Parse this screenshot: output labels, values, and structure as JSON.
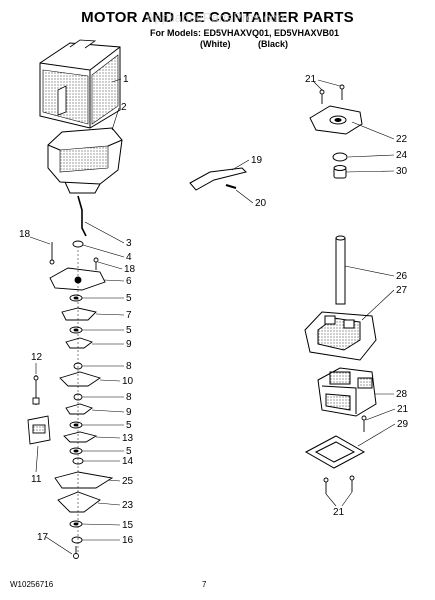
{
  "header": {
    "title": "MOTOR AND ICE CONTAINER PARTS",
    "models_line": "For Models: ED5VHAXVQ01, ED5VHAXVB01",
    "variant_white": "(White)",
    "variant_black": "(Black)"
  },
  "footer": {
    "doc_number": "W10256716",
    "page_number": "7"
  },
  "watermark": "AppliancePartsPros.com",
  "callouts": {
    "left": [
      "1",
      "2",
      "3",
      "4",
      "18",
      "18",
      "6",
      "5",
      "7",
      "5",
      "9",
      "8",
      "10",
      "8",
      "9",
      "5",
      "13",
      "5",
      "14",
      "25",
      "23",
      "15",
      "16",
      "12",
      "11",
      "17"
    ],
    "right": [
      "21",
      "22",
      "24",
      "30",
      "19",
      "20",
      "26",
      "27",
      "28",
      "21",
      "29",
      "21"
    ]
  }
}
